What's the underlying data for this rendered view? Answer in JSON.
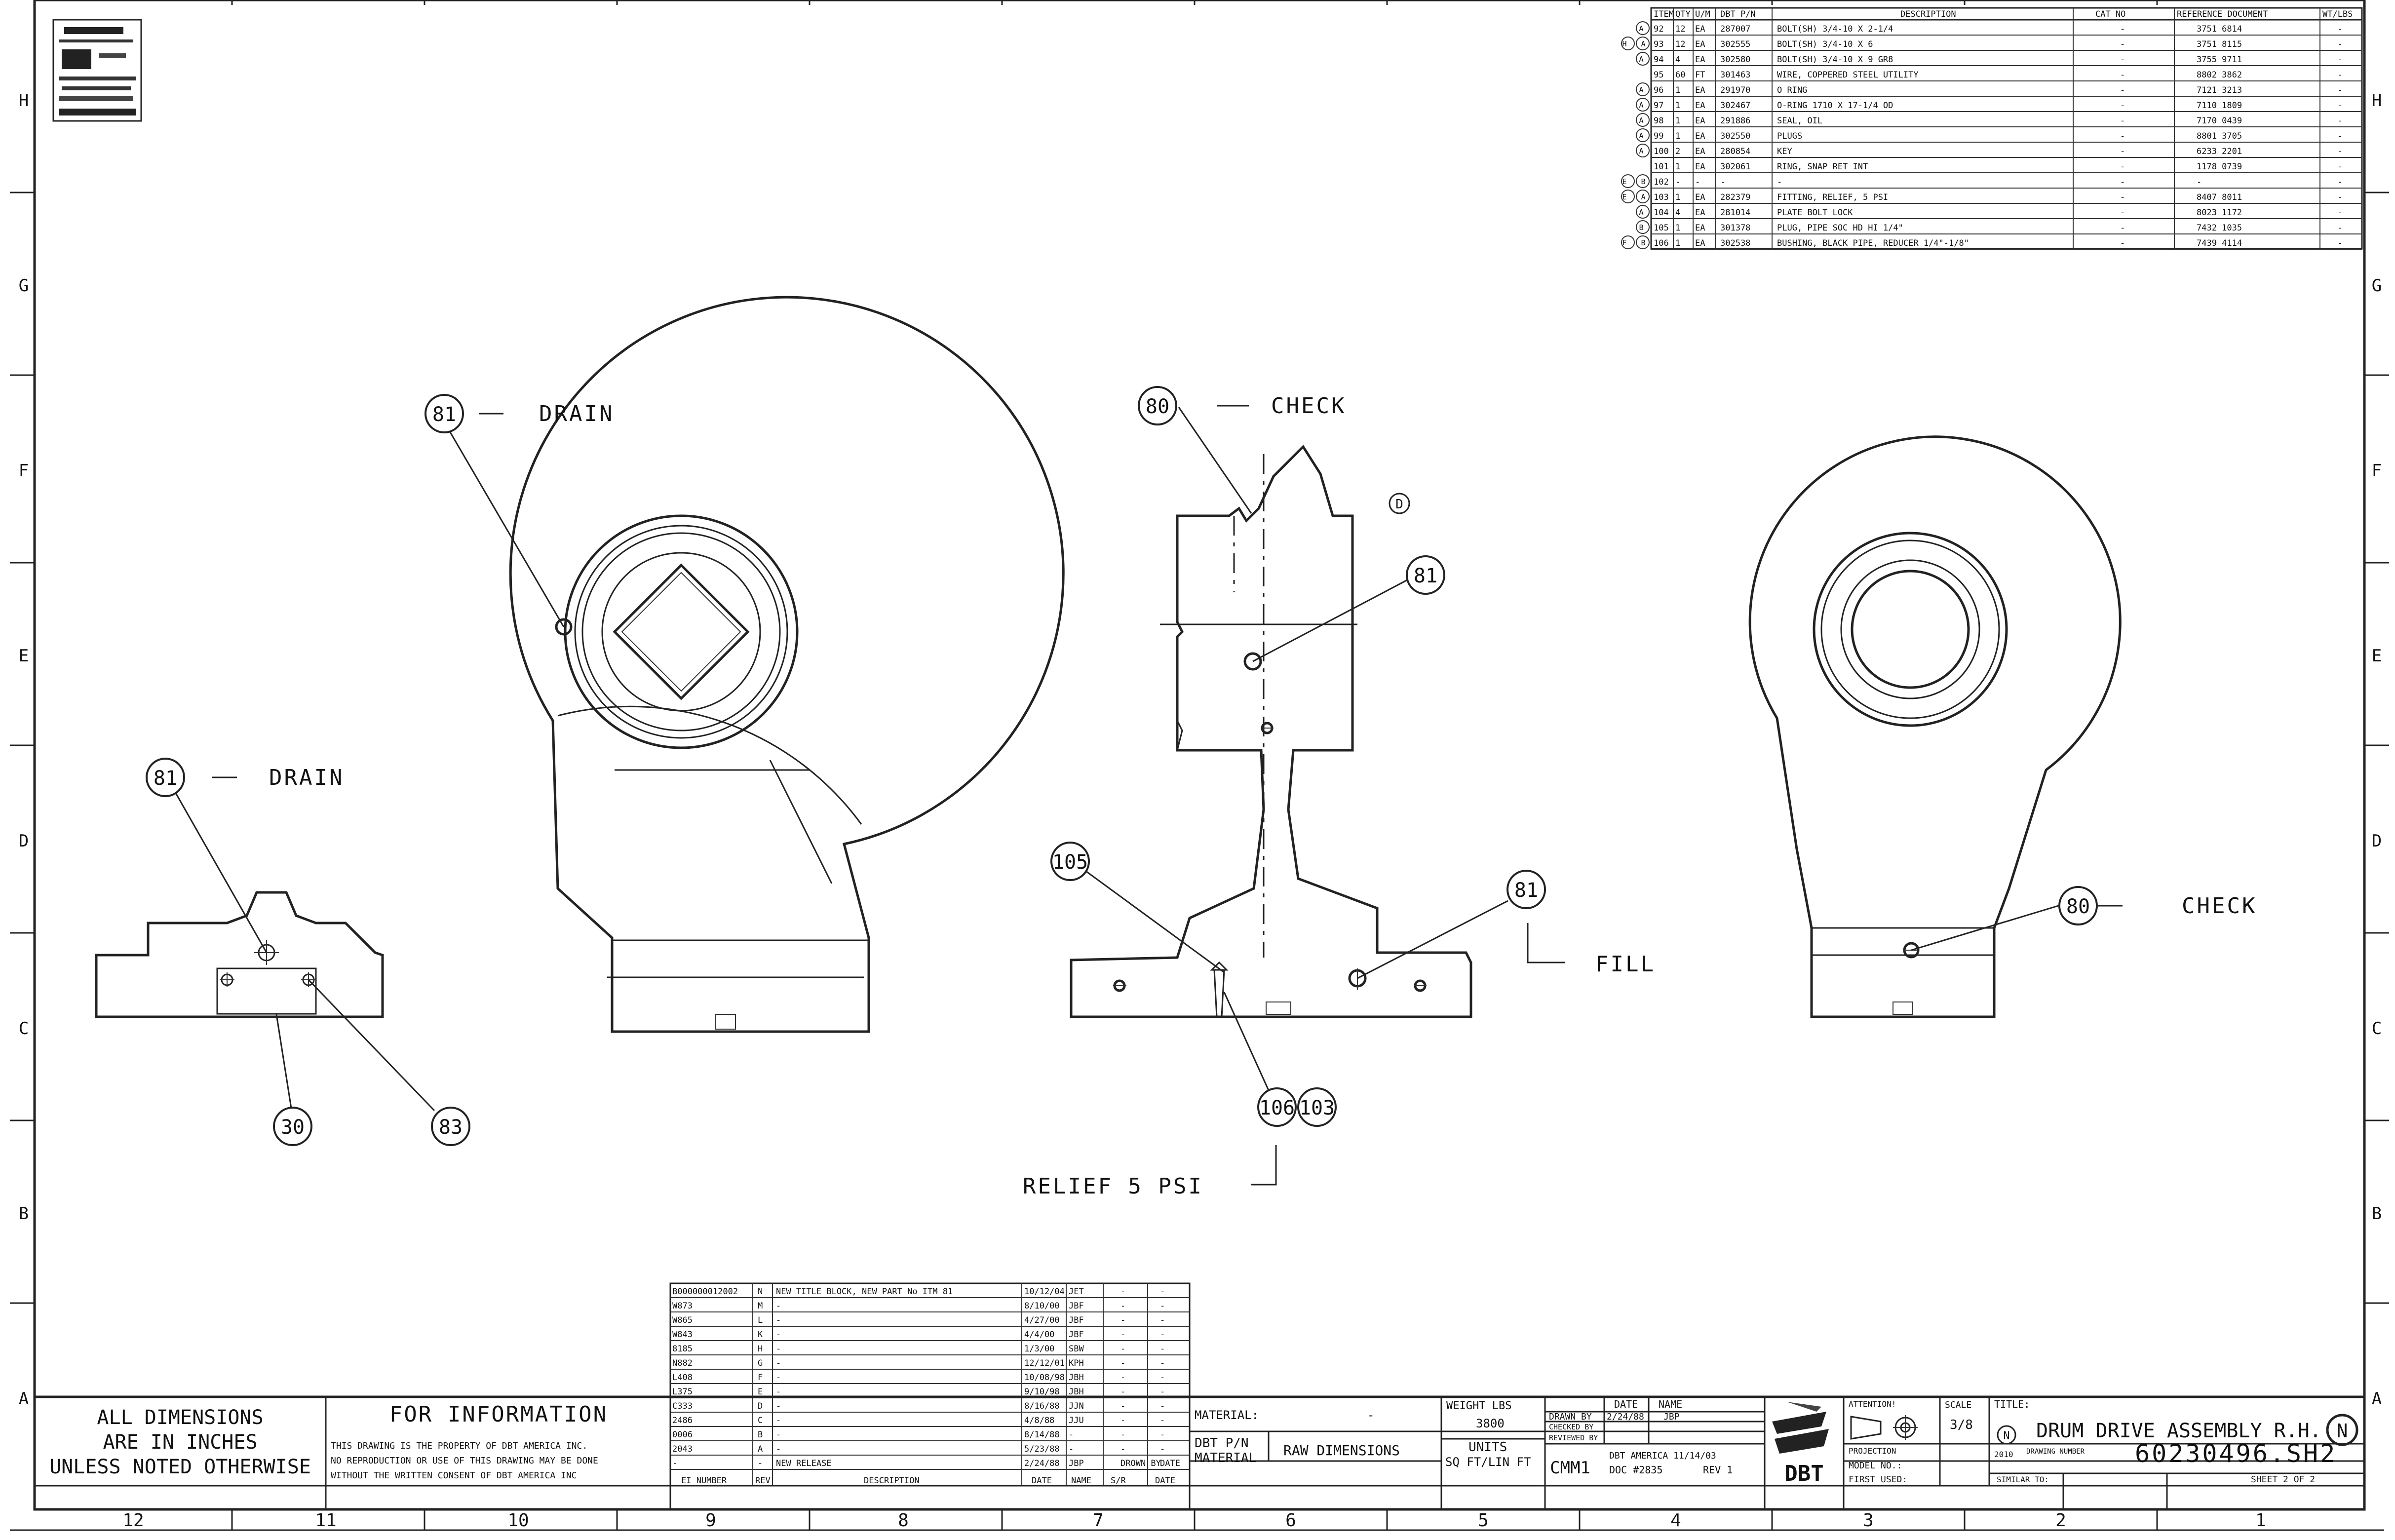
{
  "parts_list": {
    "headers": [
      "ITEM",
      "QTY",
      "U/M",
      "DBT P/N",
      "DESCRIPTION",
      "CAT NO",
      "REFERENCE DOCUMENT",
      "WT/LBS"
    ],
    "rows": [
      {
        "mark": "A",
        "item": "92",
        "qty": "12",
        "um": "EA",
        "pn": "287007",
        "desc": "BOLT(SH) 3/4-10 X 2-1/4",
        "cat": "-",
        "ref": "3751 6814",
        "wt": "-"
      },
      {
        "mark": "H A",
        "item": "93",
        "qty": "12",
        "um": "EA",
        "pn": "302555",
        "desc": "BOLT(SH) 3/4-10 X 6",
        "cat": "-",
        "ref": "3751 8115",
        "wt": "-"
      },
      {
        "mark": "A",
        "item": "94",
        "qty": "4",
        "um": "EA",
        "pn": "302580",
        "desc": "BOLT(SH) 3/4-10 X 9 GR8",
        "cat": "-",
        "ref": "3755 9711",
        "wt": "-"
      },
      {
        "mark": "",
        "item": "95",
        "qty": "60",
        "um": "FT",
        "pn": "301463",
        "desc": "WIRE, COPPERED STEEL UTILITY",
        "cat": "-",
        "ref": "8802 3862",
        "wt": "-"
      },
      {
        "mark": "A",
        "item": "96",
        "qty": "1",
        "um": "EA",
        "pn": "291970",
        "desc": "O RING",
        "cat": "-",
        "ref": "7121 3213",
        "wt": "-"
      },
      {
        "mark": "A",
        "item": "97",
        "qty": "1",
        "um": "EA",
        "pn": "302467",
        "desc": "O-RING 1710 X 17-1/4 OD",
        "cat": "-",
        "ref": "7110 1809",
        "wt": "-"
      },
      {
        "mark": "A",
        "item": "98",
        "qty": "1",
        "um": "EA",
        "pn": "291886",
        "desc": "SEAL, OIL",
        "cat": "-",
        "ref": "7170 0439",
        "wt": "-"
      },
      {
        "mark": "A",
        "item": "99",
        "qty": "1",
        "um": "EA",
        "pn": "302550",
        "desc": "PLUGS",
        "cat": "-",
        "ref": "8801 3705",
        "wt": "-"
      },
      {
        "mark": "A",
        "item": "100",
        "qty": "2",
        "um": "EA",
        "pn": "280854",
        "desc": "KEY",
        "cat": "-",
        "ref": "6233 2201",
        "wt": "-"
      },
      {
        "mark": "",
        "item": "101",
        "qty": "1",
        "um": "EA",
        "pn": "302061",
        "desc": "RING, SNAP RET INT",
        "cat": "-",
        "ref": "1178 0739",
        "wt": "-"
      },
      {
        "mark": "E B",
        "item": "102",
        "qty": "-",
        "um": "-",
        "pn": "-",
        "desc": "-",
        "cat": "-",
        "ref": "-",
        "wt": "-"
      },
      {
        "mark": "E A",
        "item": "103",
        "qty": "1",
        "um": "EA",
        "pn": "282379",
        "desc": "FITTING, RELIEF, 5 PSI",
        "cat": "-",
        "ref": "8407 8011",
        "wt": "-"
      },
      {
        "mark": "A",
        "item": "104",
        "qty": "4",
        "um": "EA",
        "pn": "281014",
        "desc": "PLATE BOLT LOCK",
        "cat": "-",
        "ref": "8023 1172",
        "wt": "-"
      },
      {
        "mark": "B",
        "item": "105",
        "qty": "1",
        "um": "EA",
        "pn": "301378",
        "desc": "PLUG, PIPE SOC HD HI 1/4\"",
        "cat": "-",
        "ref": "7432 1035",
        "wt": "-"
      },
      {
        "mark": "F B",
        "item": "106",
        "qty": "1",
        "um": "EA",
        "pn": "302538",
        "desc": "BUSHING, BLACK PIPE, REDUCER 1/4\"-1/8\"",
        "cat": "-",
        "ref": "7439 4114",
        "wt": "-"
      }
    ]
  },
  "grid": {
    "columns": [
      "12",
      "11",
      "10",
      "9",
      "8",
      "7",
      "6",
      "5",
      "4",
      "3",
      "2",
      "1"
    ],
    "rows": [
      "H",
      "G",
      "F",
      "E",
      "D",
      "C",
      "B",
      "A"
    ]
  },
  "balloons": {
    "drain_left": "81",
    "drain_left_label": "DRAIN",
    "drain_small": "81",
    "drain_small_label": "DRAIN",
    "b30": "30",
    "b83": "83",
    "check_mid": "80",
    "check_mid_label": "CHECK",
    "b81_mid": "81",
    "b105": "105",
    "b81_fill": "81",
    "fill_label": "FILL",
    "b106": "106",
    "b103": "103",
    "relief_label": "RELIEF 5 PSI",
    "check_right": "80",
    "check_right_label": "CHECK",
    "rev_d": "D"
  },
  "revision_table": {
    "headers": [
      "EI NUMBER",
      "REV",
      "DESCRIPTION",
      "DATE",
      "NAME",
      "S/R",
      "DATE"
    ],
    "rows": [
      {
        "ei": "B000000012002",
        "rev": "N",
        "desc": "NEW TITLE BLOCK, NEW PART No ITM 81",
        "date": "10/12/04",
        "name": "JET",
        "a": "-",
        "b": "-"
      },
      {
        "ei": "W873",
        "rev": "M",
        "desc": "-",
        "date": "8/10/00",
        "name": "JBF",
        "a": "-",
        "b": "-"
      },
      {
        "ei": "W865",
        "rev": "L",
        "desc": "-",
        "date": "4/27/00",
        "name": "JBF",
        "a": "-",
        "b": "-"
      },
      {
        "ei": "W843",
        "rev": "K",
        "desc": "-",
        "date": "4/4/00",
        "name": "JBF",
        "a": "-",
        "b": "-"
      },
      {
        "ei": "8185",
        "rev": "H",
        "desc": "-",
        "date": "1/3/00",
        "name": "SBW",
        "a": "-",
        "b": "-"
      },
      {
        "ei": "N882",
        "rev": "G",
        "desc": "-",
        "date": "12/12/01",
        "name": "KPH",
        "a": "-",
        "b": "-"
      },
      {
        "ei": "L408",
        "rev": "F",
        "desc": "-",
        "date": "10/08/98",
        "name": "JBH",
        "a": "-",
        "b": "-"
      },
      {
        "ei": "L375",
        "rev": "E",
        "desc": "-",
        "date": "9/10/98",
        "name": "JBH",
        "a": "-",
        "b": "-"
      },
      {
        "ei": "C333",
        "rev": "D",
        "desc": "-",
        "date": "8/16/88",
        "name": "JJN",
        "a": "-",
        "b": "-"
      },
      {
        "ei": "2486",
        "rev": "C",
        "desc": "-",
        "date": "4/8/88",
        "name": "JJU",
        "a": "-",
        "b": "-"
      },
      {
        "ei": "0006",
        "rev": "B",
        "desc": "-",
        "date": "8/14/88",
        "name": "-",
        "a": "-",
        "b": "-"
      },
      {
        "ei": "2043",
        "rev": "A",
        "desc": "-",
        "date": "5/23/88",
        "name": "-",
        "a": "-",
        "b": "-"
      },
      {
        "ei": "-",
        "rev": "-",
        "desc": "NEW RELEASE",
        "date": "2/24/88",
        "name": "JBP",
        "a": "DROWN BY",
        "b": "DATE"
      }
    ]
  },
  "title_block": {
    "all_dims": [
      "ALL DIMENSIONS",
      "ARE IN INCHES",
      "UNLESS NOTED OTHERWISE"
    ],
    "for_info": "FOR INFORMATION",
    "property": [
      "THIS DRAWING IS THE PROPERTY OF DBT AMERICA INC.",
      "NO REPRODUCTION OR USE OF THIS DRAWING MAY BE DONE",
      "WITHOUT THE WRITTEN CONSENT OF DBT AMERICA INC"
    ],
    "material_label": "MATERIAL:",
    "material_value": "-",
    "dbt_pn_material": [
      "DBT P/N",
      "MATERIAL"
    ],
    "raw_dims": "RAW DIMENSIONS",
    "weight_label": "WEIGHT LBS",
    "weight_value": "3800",
    "units_label": "UNITS",
    "units_value": "SQ FT/LIN FT",
    "cmm": "CMM1",
    "date_h": "DATE",
    "name_h": "NAME",
    "drawn_by": "DRAWN BY",
    "drawn_date": "2/24/88",
    "drawn_name": "JBP",
    "checked_by": "CHECKED BY",
    "reviewed_by": "REVIEWED BY",
    "dbt_america": "DBT AMERICA 11/14/03",
    "doc": "DOC #2835",
    "doc_rev": "REV 1",
    "logo_text": "DBT",
    "projection": "PROJECTION",
    "attention": "ATTENTION!",
    "scale_label": "SCALE",
    "scale_value": "3/8",
    "title_label": "TITLE:",
    "title": "DRUM DRIVE ASSEMBLY R.H.",
    "rev_letter": "N",
    "model_no": "MODEL NO.:",
    "drawing_number_label": "DRAWING NUMBER",
    "drawing_number": "60230496.SH2",
    "first_used": "FIRST USED:",
    "similar_to": "SIMILAR TO:",
    "sheet": "SHEET 2 OF 2",
    "size": "2010"
  }
}
